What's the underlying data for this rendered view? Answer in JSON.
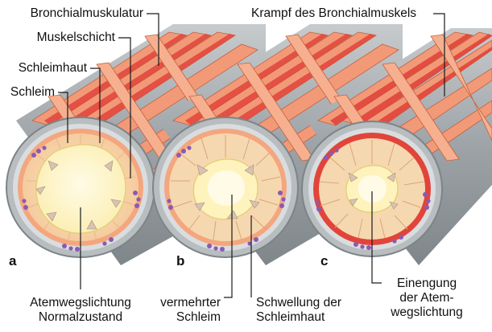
{
  "labels": {
    "bronchialmuskulatur": "Bronchialmuskulatur",
    "muskelschicht": "Muskelschicht",
    "schleimhaut": "Schleimhaut",
    "schleim": "Schleim",
    "krampf": "Krampf des Bronchialmuskels",
    "atemwegslichtung_1": "Atemwegslichtung",
    "atemwegslichtung_2": "Normalzustand",
    "vermehrter_1": "vermehrter",
    "vermehrter_2": "Schleim",
    "schwellung_1": "Schwellung der",
    "schwellung_2": "Schleimhaut",
    "einengung_1": "Einengung",
    "einengung_2": "der Atem-",
    "einengung_3": "wegslichtung"
  },
  "panels": {
    "a": "a",
    "b": "b",
    "c": "c"
  },
  "colors": {
    "muscle_band": "#f29a78",
    "muscle_band_dark": "#d86a4a",
    "muscle_red": "#e2443a",
    "wall_gray": "#bfc4c7",
    "wall_ring": "#d9dde0",
    "mucosa": "#f6d2a6",
    "mucosa_light": "#fbe7c8",
    "mucus": "#fbf3c0",
    "lumen": "#fff8d8",
    "gland_purple": "#8a5bb0",
    "line": "#1a1a1a"
  }
}
